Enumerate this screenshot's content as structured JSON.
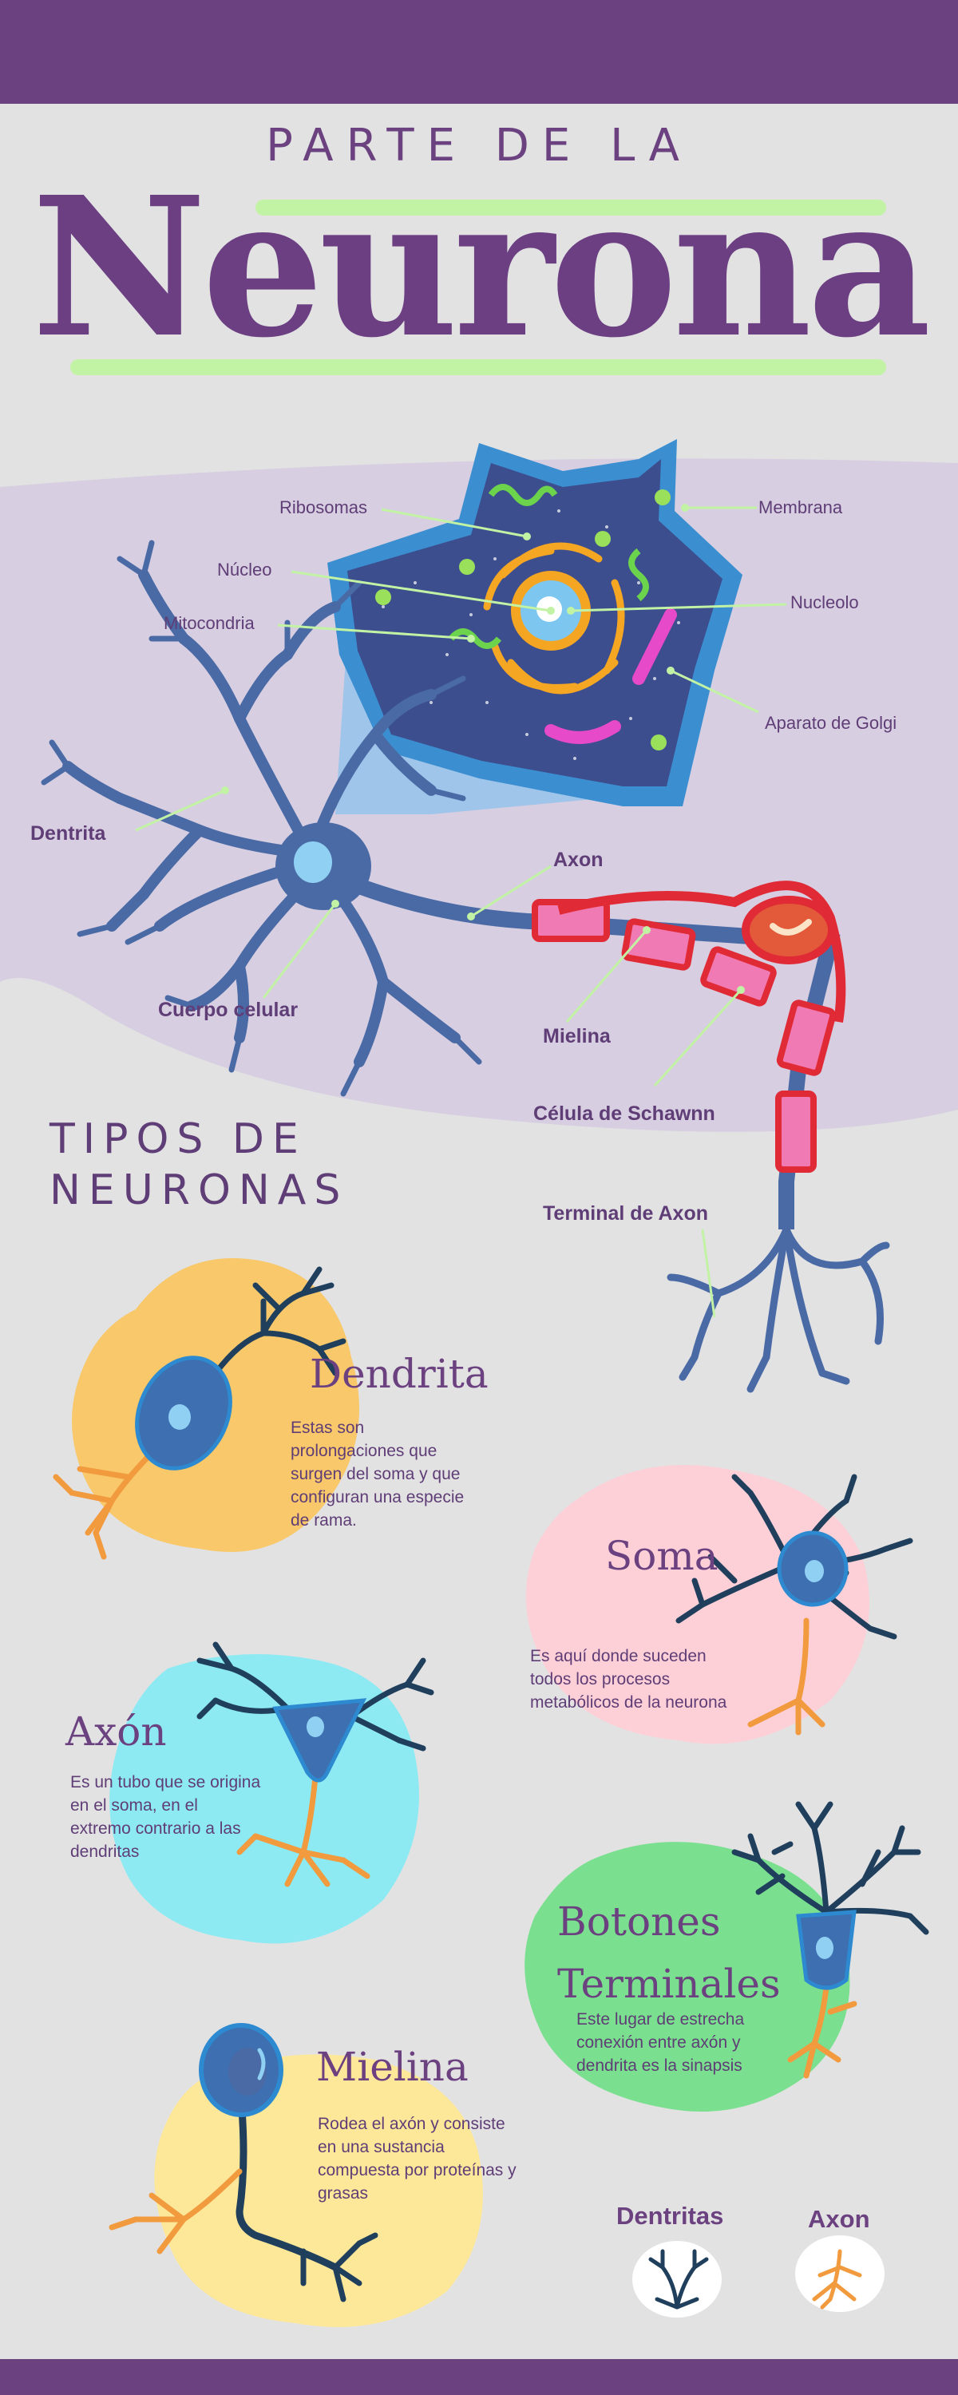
{
  "header": {
    "subtitle": "PARTE DE LA",
    "title": "Neurona"
  },
  "diagram": {
    "labels": {
      "ribosomas": "Ribosomas",
      "membrana": "Membrana",
      "nucleo": "Núcleo",
      "nucleolo": "Nucleolo",
      "mitocondria": "Mitocondria",
      "golgi": "Aparato de Golgi",
      "dentrita": "Dentrita",
      "axon": "Axon",
      "cuerpo": "Cuerpo celular",
      "mielina": "Mielina",
      "schawnn": "Célula de Schawnn",
      "terminal": "Terminal de Axon"
    }
  },
  "types": {
    "title_line1": "TIPOS DE",
    "title_line2": "NEURONAS",
    "dendrita": {
      "name": "Dendrita",
      "desc": "Estas son prolongaciones que surgen del soma y que configuran una especie de rama."
    },
    "soma": {
      "name": "Soma",
      "desc": "Es aquí donde suceden todos los procesos metabólicos de la neurona"
    },
    "axon": {
      "name": "Axón",
      "desc": "Es un tubo que se origina en el soma, en el extremo contrario a las dendritas"
    },
    "botones": {
      "name_line1": "Botones",
      "name_line2": "Terminales",
      "desc": "Este lugar de estrecha conexión entre axón y dendrita es la sinapsis"
    },
    "mielina": {
      "name": "Mielina",
      "desc": "Rodea el axón y consiste en una sustancia compuesta por proteínas y grasas"
    }
  },
  "legend": {
    "dentritas": "Dentritas",
    "axon": "Axon"
  },
  "colors": {
    "purple": "#6b4180",
    "lavender": "#d7cee1",
    "lime": "#c2f2a4",
    "neuron_blue": "#4c6aa8",
    "myelin_red": "#e02a35",
    "myelin_pink": "#f07bb4",
    "dendrita_blob": "#f8c86a",
    "soma_blob": "#fdd0d8",
    "axon_blob": "#8eeaf2",
    "botones_blob": "#7ae08f",
    "mielina_blob": "#fde89a",
    "dark_branch": "#1f3f5c",
    "orange_branch": "#f19a3e"
  }
}
